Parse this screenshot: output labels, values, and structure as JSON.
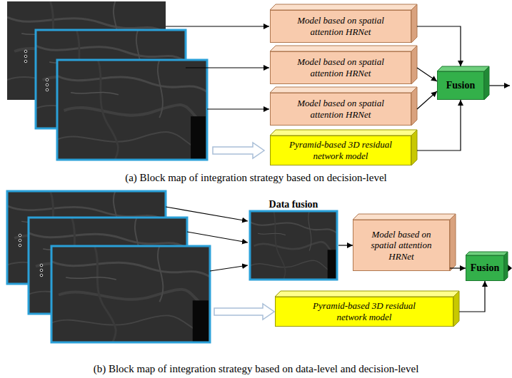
{
  "diagram": {
    "nodes": [
      {
        "text": [
          "Model based on spatial attention HRNet"
        ]
      },
      {
        "text": [
          "Model based on spatial attention HRNet"
        ]
      },
      {
        "text": [
          "Model based on spatial attention HRNet"
        ]
      },
      {
        "text": [
          "Fusion"
        ]
      },
      {
        "text": [
          "Pyramid-based 3D residual network model"
        ]
      },
      {
        "text": [
          "Data fusion"
        ]
      },
      {
        "text": [
          "Model based on spatial attention HRNet"
        ]
      },
      {
        "text": [
          "Fusion"
        ]
      },
      {
        "text": [
          "Pyramid-based 3D residual network model"
        ]
      }
    ],
    "edges": [
      {
        "from": 0,
        "to": 3,
        "arrow": "to"
      },
      {
        "from": 1,
        "to": 3,
        "arrow": "to"
      },
      {
        "from": 2,
        "to": 3,
        "arrow": "to"
      },
      {
        "from": 4,
        "to": 3,
        "arrow": "to"
      },
      {
        "from": 5,
        "to": 6,
        "arrow": "to"
      },
      {
        "from": 6,
        "to": 7,
        "arrow": "to"
      },
      {
        "from": 8,
        "to": 7,
        "arrow": "to"
      }
    ],
    "labels": [
      "(a) Block map of integration strategy based on decision-level",
      "(b) Block map of integration strategy based on data-level and decision-level"
    ]
  }
}
